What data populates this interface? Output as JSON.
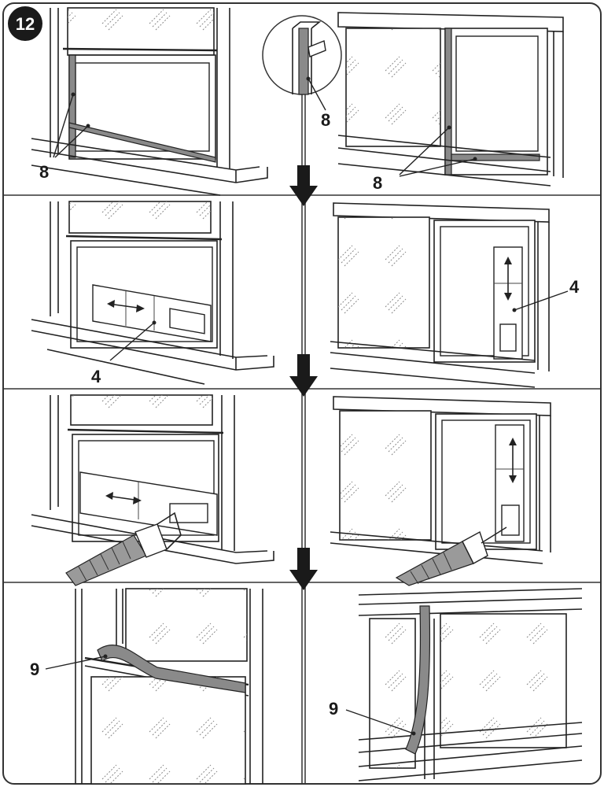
{
  "step_number": "12",
  "labels": {
    "foam_seal_main": "8",
    "foam_seal_inset": "8",
    "foam_seal_sliding": "8",
    "window_kit_hung": "4",
    "window_kit_sliding": "4",
    "seal_strip_hung": "9",
    "seal_strip_sliding": "9"
  },
  "colors": {
    "line": "#222222",
    "seal": "#8a8a8a",
    "badge": "#1a1a1a"
  },
  "icons": [
    "down-arrow-icon",
    "double-arrow-icon"
  ]
}
